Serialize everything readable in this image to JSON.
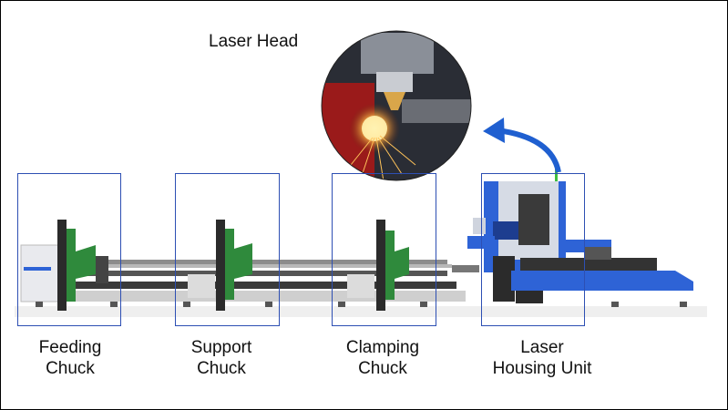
{
  "diagram": {
    "title": "Laser Head",
    "labels": [
      {
        "line1": "Feeding",
        "line2": "Chuck"
      },
      {
        "line1": "Support",
        "line2": "Chuck"
      },
      {
        "line1": "Clamping",
        "line2": "Chuck"
      },
      {
        "line1": "Laser",
        "line2": "Housing Unit"
      }
    ],
    "colors": {
      "box_outline": "#2d4fb3",
      "machine_blue": "#2e63d6",
      "chuck_green": "#2f8a3c",
      "frame_dark": "#2b2b2b",
      "arrow_blue": "#1f5fd0"
    }
  }
}
